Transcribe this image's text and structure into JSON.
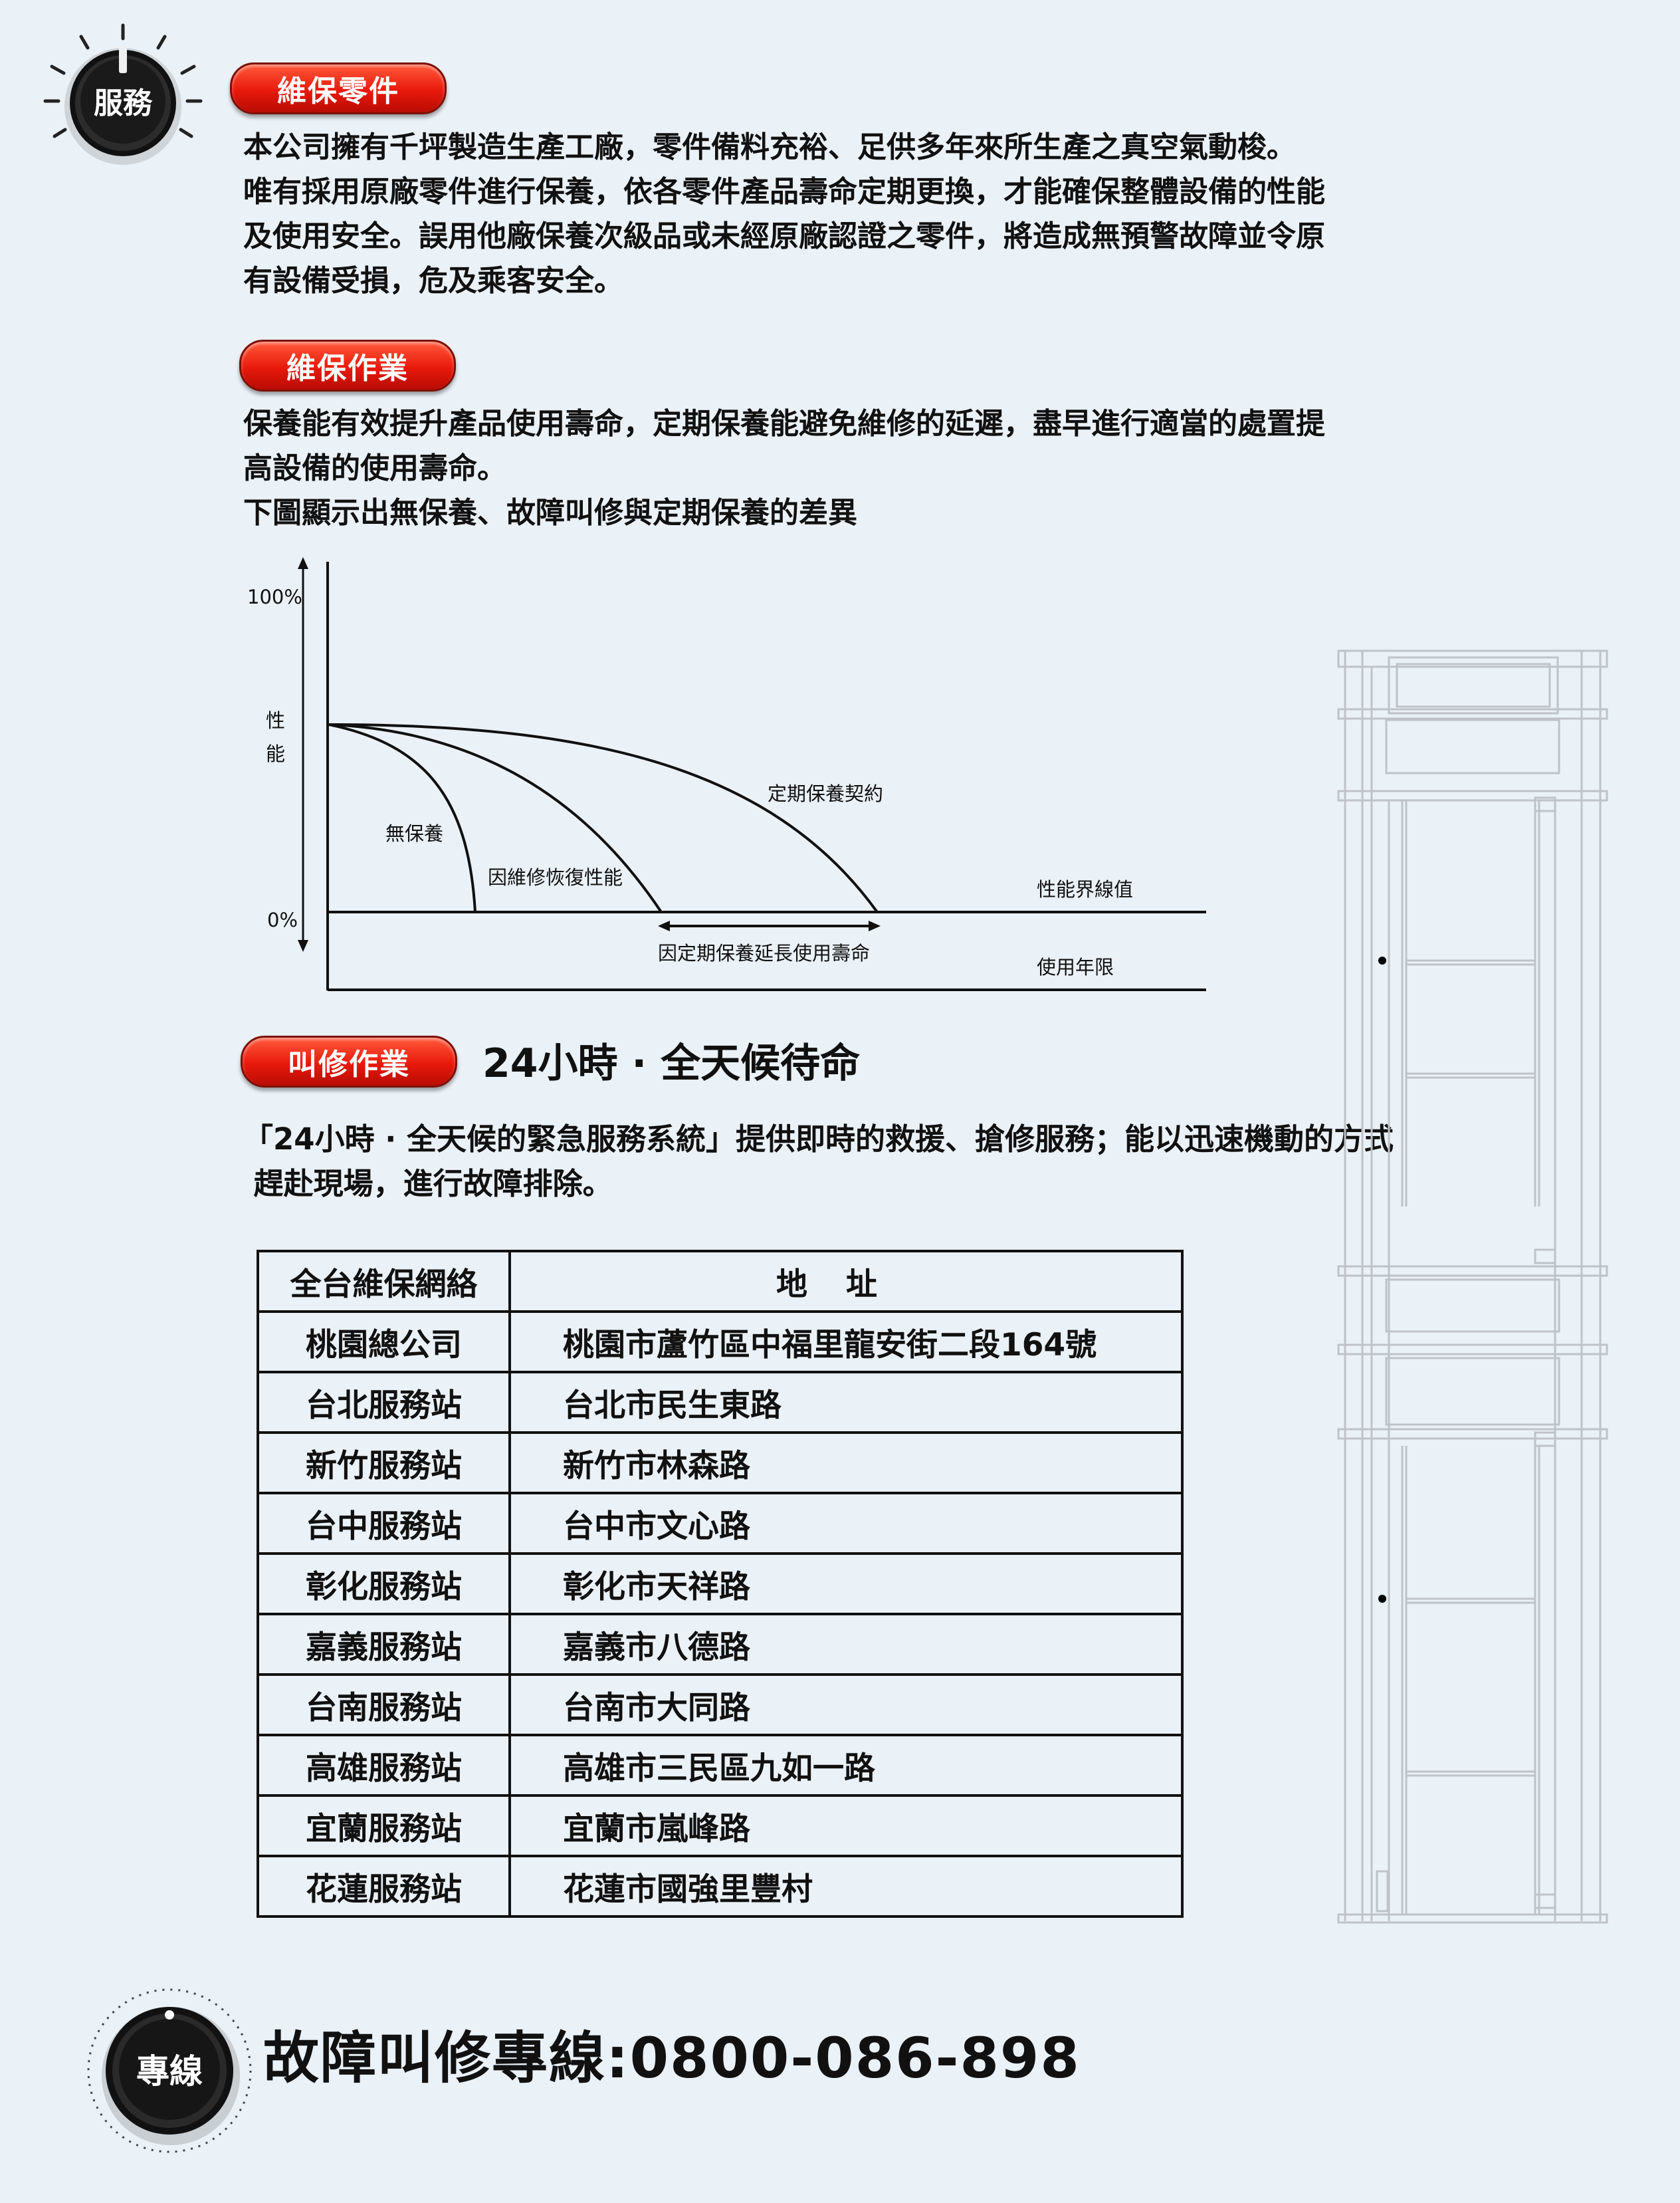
{
  "badges": {
    "service": "服務",
    "hotline": "專線"
  },
  "sections": {
    "parts": {
      "label": "維保零件",
      "lines": [
        "本公司擁有千坪製造生產工廠，零件備料充裕、足供多年來所生產之真空氣動梭。",
        "唯有採用原廠零件進行保養，依各零件產品壽命定期更換，才能確保整體設備的性能",
        "及使用安全。誤用他廠保養次級品或未經原廠認證之零件，將造成無預警故障並令原",
        "有設備受損，危及乘客安全。"
      ]
    },
    "maintenance": {
      "label": "維保作業",
      "lines": [
        "保養能有效提升產品使用壽命，定期保養能避免維修的延遲，盡早進行適當的處置提",
        "高設備的使用壽命。",
        "下圖顯示出無保養、故障叫修與定期保養的差異"
      ]
    },
    "repair": {
      "label": "叫修作業",
      "headline": "24小時 · 全天候待命",
      "lines": [
        "「24小時 · 全天候的緊急服務系統」提供即時的救援、搶修服務；能以迅速機動的方式",
        " 趕赴現場，進行故障排除。"
      ]
    }
  },
  "chart_data": {
    "type": "line",
    "ylabel": "性能",
    "yticks": [
      "100%",
      "0%"
    ],
    "xlabel": "使用年限",
    "threshold_label": "性能界線值",
    "curves": [
      {
        "name": "無保養"
      },
      {
        "name": "因維修恢復性能"
      },
      {
        "name": "定期保養契約"
      }
    ],
    "annotation": "因定期保養延長使用壽命"
  },
  "network": {
    "headers": [
      "全台維保網絡",
      "地址"
    ],
    "rows": [
      {
        "name": "桃園總公司",
        "address": "桃園市蘆竹區中福里龍安街二段164號"
      },
      {
        "name": "台北服務站",
        "address": "台北市民生東路"
      },
      {
        "name": "新竹服務站",
        "address": "新竹市林森路"
      },
      {
        "name": "台中服務站",
        "address": "台中市文心路"
      },
      {
        "name": "彰化服務站",
        "address": "彰化市天祥路"
      },
      {
        "name": "嘉義服務站",
        "address": "嘉義市八德路"
      },
      {
        "name": "台南服務站",
        "address": "台南市大同路"
      },
      {
        "name": "高雄服務站",
        "address": "高雄市三民區九如一路"
      },
      {
        "name": "宜蘭服務站",
        "address": "宜蘭市嵐峰路"
      },
      {
        "name": "花蓮服務站",
        "address": "花蓮市國強里豐村"
      }
    ]
  },
  "hotline": {
    "text": "故障叫修專線:0800-086-898"
  },
  "colors": {
    "accent_red": "#e8190c",
    "background": "#eaf1f7",
    "knob_dark": "#1a1a1a"
  }
}
